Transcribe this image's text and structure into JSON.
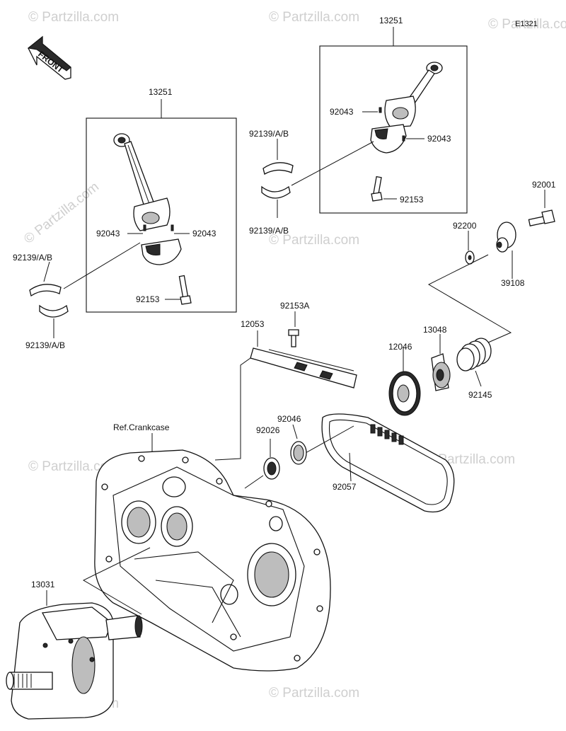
{
  "diagram_code": "E1321",
  "front_label": "FRONT",
  "reference_label": "Ref.Crankcase",
  "watermark": "© Partzilla.com",
  "callouts": {
    "rod_left": "13251",
    "rod_right": "13251",
    "bolt_left": "92153",
    "bolt_right": "92153",
    "pin_left_a": "92043",
    "pin_left_b": "92043",
    "pin_right_a": "92043",
    "pin_right_b": "92043",
    "bearing_left_top": "92139/A/B",
    "bearing_left_bottom": "92139/A/B",
    "bearing_right_top": "92139/A/B",
    "bearing_right_bottom": "92139/A/B",
    "bolt_92001": "92001",
    "washer_92200": "92200",
    "collar_39108": "39108",
    "spring_92145": "92145",
    "hub_13048": "13048",
    "sprocket_12046": "12046",
    "tensioner_12053": "12053",
    "bolt_92153a": "92153A",
    "oilseal_92026": "92026",
    "bearing_92046": "92046",
    "chain_92057": "92057",
    "crankshaft_13031": "13031"
  }
}
